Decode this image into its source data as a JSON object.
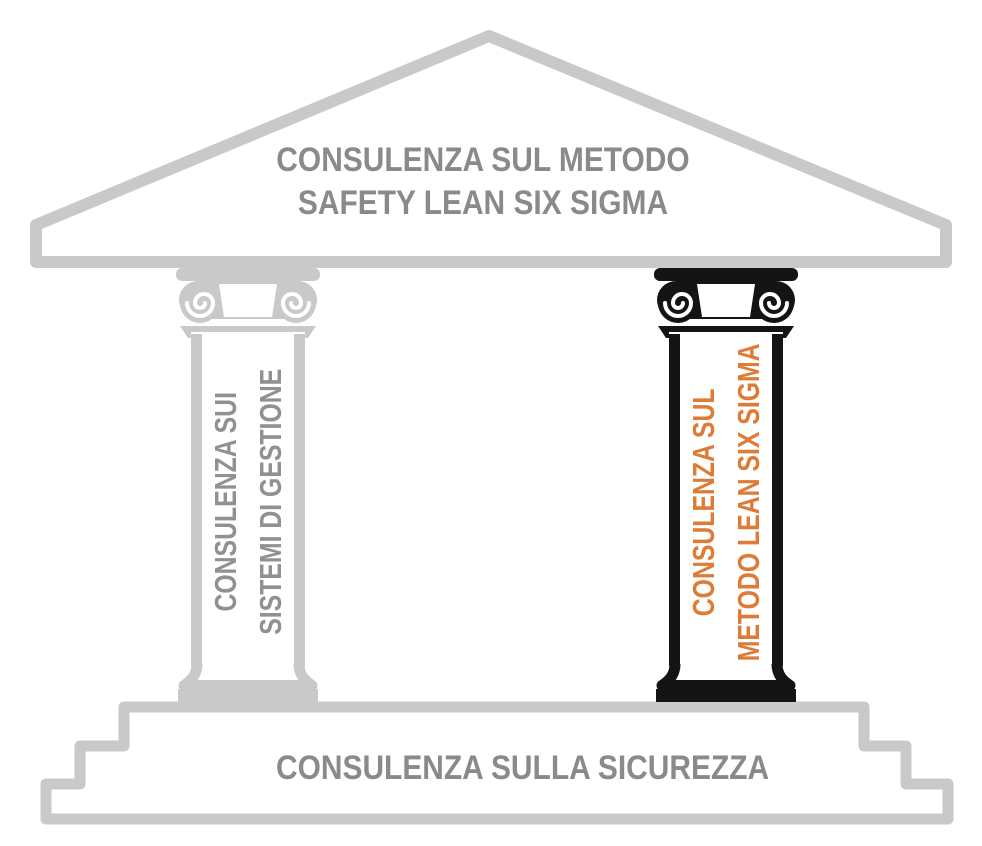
{
  "page": {
    "background": "#ffffff"
  },
  "pediment": {
    "line1": "CONSULENZA SUL METODO",
    "line2": "SAFETY LEAN SIX SIGMA",
    "outline_color": "#c9c9c9",
    "text_color": "#8a8a8a"
  },
  "pillar_left": {
    "line1": "CONSULENZA SUI",
    "line2": "SISTEMI DI GESTIONE",
    "outline_color": "#c9c9c9",
    "text_color": "#919191"
  },
  "pillar_right": {
    "line1": "CONSULENZA SUL",
    "line2": "METODO LEAN SIX SIGMA",
    "outline_color": "#141414",
    "text_color": "#de7b36"
  },
  "base": {
    "label": "CONSULENZA SULLA SICUREZZA",
    "outline_color": "#c9c9c9",
    "text_color": "#8a8a8a"
  }
}
